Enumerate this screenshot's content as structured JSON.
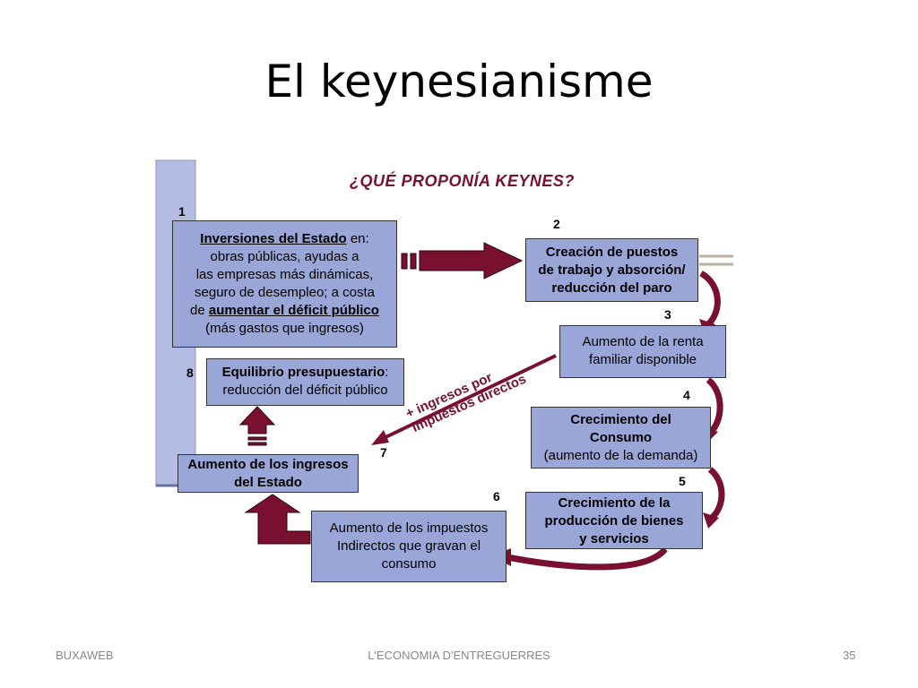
{
  "slide": {
    "title": "El keynesianisme",
    "heading": "¿QUÉ PROPONÍA KEYNES?",
    "footer_left": "BUXAWEB",
    "footer_center": "L'ECONOMIA D'ENTREGUERRES",
    "footer_right": "35"
  },
  "colors": {
    "box_fill": "#9aa6d8",
    "arrow": "#7a1030",
    "heading": "#7a1030"
  },
  "steps": [
    {
      "number": "1",
      "lines": [
        "Inversiones del Estado en:",
        "obras públicas, ayudas a",
        "las empresas más dinámicas,",
        "seguro de desempleo; a costa",
        "de aumentar el déficit público",
        "(más gastos que ingresos)"
      ],
      "emphasis": [
        "Inversiones del Estado",
        "aumentar el déficit público"
      ]
    },
    {
      "number": "2",
      "lines": [
        "Creación de puestos",
        "de trabajo y absorción/",
        "reducción del paro"
      ]
    },
    {
      "number": "3",
      "lines": [
        "Aumento de la renta",
        "familiar disponible"
      ]
    },
    {
      "number": "4",
      "lines": [
        "Crecimiento del",
        "Consumo",
        "(aumento de la demanda)"
      ]
    },
    {
      "number": "5",
      "lines": [
        "Crecimiento de la",
        "producción de bienes",
        "y servicios"
      ]
    },
    {
      "number": "6",
      "lines": [
        "Aumento de los impuestos",
        "Indirectos que gravan el",
        "consumo"
      ]
    },
    {
      "number": "7",
      "lines": [
        "Aumento de los ingresos",
        "del Estado"
      ]
    },
    {
      "number": "8",
      "lines": [
        "Equilibrio presupuestario:",
        "reducción del déficit público"
      ],
      "emphasis": [
        "Equilibrio presupuestario"
      ]
    }
  ],
  "tax_label": {
    "line1": "+ ingresos por",
    "line2": "impuestos directos"
  }
}
